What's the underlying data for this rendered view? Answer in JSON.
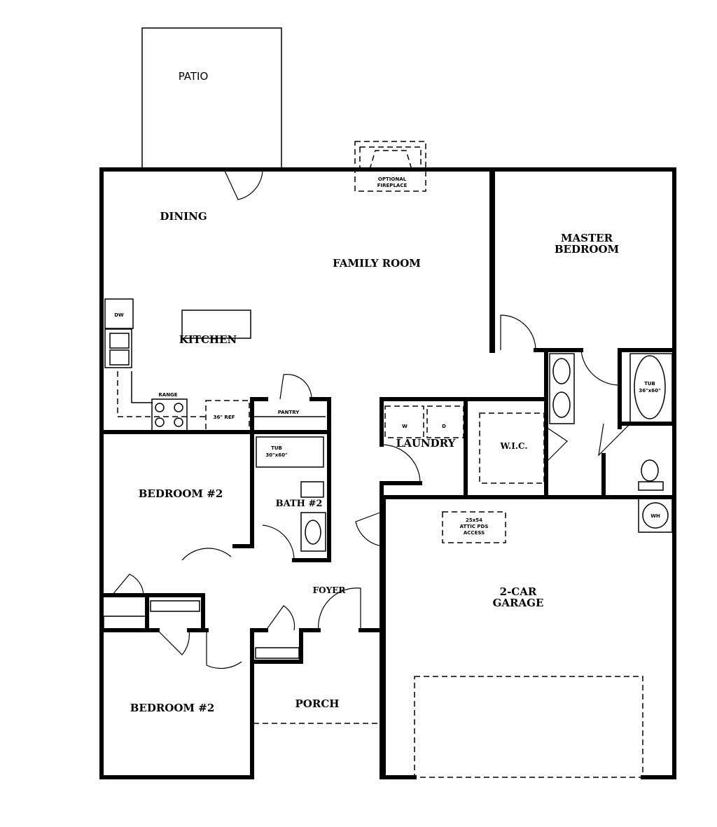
{
  "rooms": {
    "patio": "PATIO",
    "fireplace_1": "OPTIONAL",
    "fireplace_2": "FIREPLACE",
    "dining": "DINING",
    "family_room": "FAMILY ROOM",
    "master_1": "MASTER",
    "master_2": "BEDROOM",
    "kitchen": "KITCHEN",
    "laundry": "LAUNDRY",
    "wic": "W.I.C.",
    "bedroom_upper": "BEDROOM #2",
    "bath2": "BATH #2",
    "foyer": "FOYER",
    "garage_1": "2-CAR",
    "garage_2": "GARAGE",
    "bedroom_lower": "BEDROOM #2",
    "porch": "PORCH"
  },
  "fixtures": {
    "dishwasher": "DW",
    "range": "RANGE",
    "refrigerator": "36\" REF",
    "pantry": "PANTRY",
    "bath_tub_1": "TUB",
    "bath_tub_2": "30\"x60\"",
    "master_tub_1": "TUB",
    "master_tub_2": "36\"x60\"",
    "washer": "W",
    "dryer": "D",
    "water_heater": "WH",
    "attic_1": "25x54",
    "attic_2": "ATTIC PDS",
    "attic_3": "ACCESS"
  }
}
